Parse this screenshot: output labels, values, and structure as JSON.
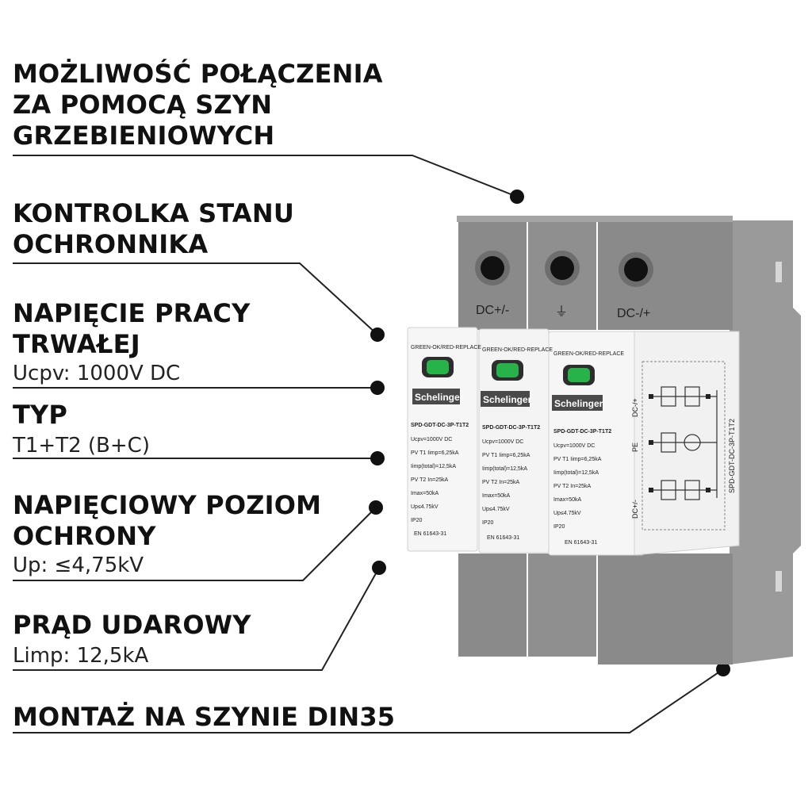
{
  "features": [
    {
      "title_lines": [
        "MOŻLIWOŚĆ POŁĄCZENIA",
        "ZA POMOCĄ SZYN",
        "GRZEBIENIOWYCH"
      ]
    },
    {
      "title_lines": [
        "KONTROLKA STANU",
        "OCHRONNIKA"
      ]
    },
    {
      "title_lines": [
        "NAPIĘCIE PRACY",
        "TRWAŁEJ"
      ],
      "detail": "Ucpv: 1000V DC"
    },
    {
      "title_lines": [
        "TYP"
      ],
      "detail": "T1+T2 (B+C)"
    },
    {
      "title_lines": [
        "NAPIĘCIOWY POZIOM",
        "OCHRONY"
      ],
      "detail": "Up: ≤4,75kV"
    },
    {
      "title_lines": [
        "PRĄD UDAROWY"
      ],
      "detail": "Limp: 12,5kA"
    },
    {
      "title_lines": [
        "MONTAŻ NA SZYNIE DIN35"
      ]
    }
  ],
  "device": {
    "terminals": [
      "DC+/-",
      "⏚",
      "DC-/+"
    ],
    "indicator_text": "GREEN-OK/RED-REPLACE",
    "brand": "Schelinger",
    "model": "SPD-GDT-DC-3P-T1T2",
    "spec_lines": [
      "Ucpv=1000V DC",
      "PV T1 Iimp=6,25kA",
      "Iimp(total)=12,5kA",
      "PV T2 In=25kA",
      "Imax=50kA",
      "Up≤4.75kV",
      "IP20",
      "EN 61643-31"
    ],
    "side_labels": [
      "DC-/+",
      "PE",
      "DC+/-"
    ],
    "side_model": "SPD-GDT-DC-3P-T1T2",
    "colors": {
      "housing": "#8e8e8e",
      "housing_dark": "#6f6f6f",
      "front": "#f4f4f4",
      "led": "#27b34a"
    }
  }
}
